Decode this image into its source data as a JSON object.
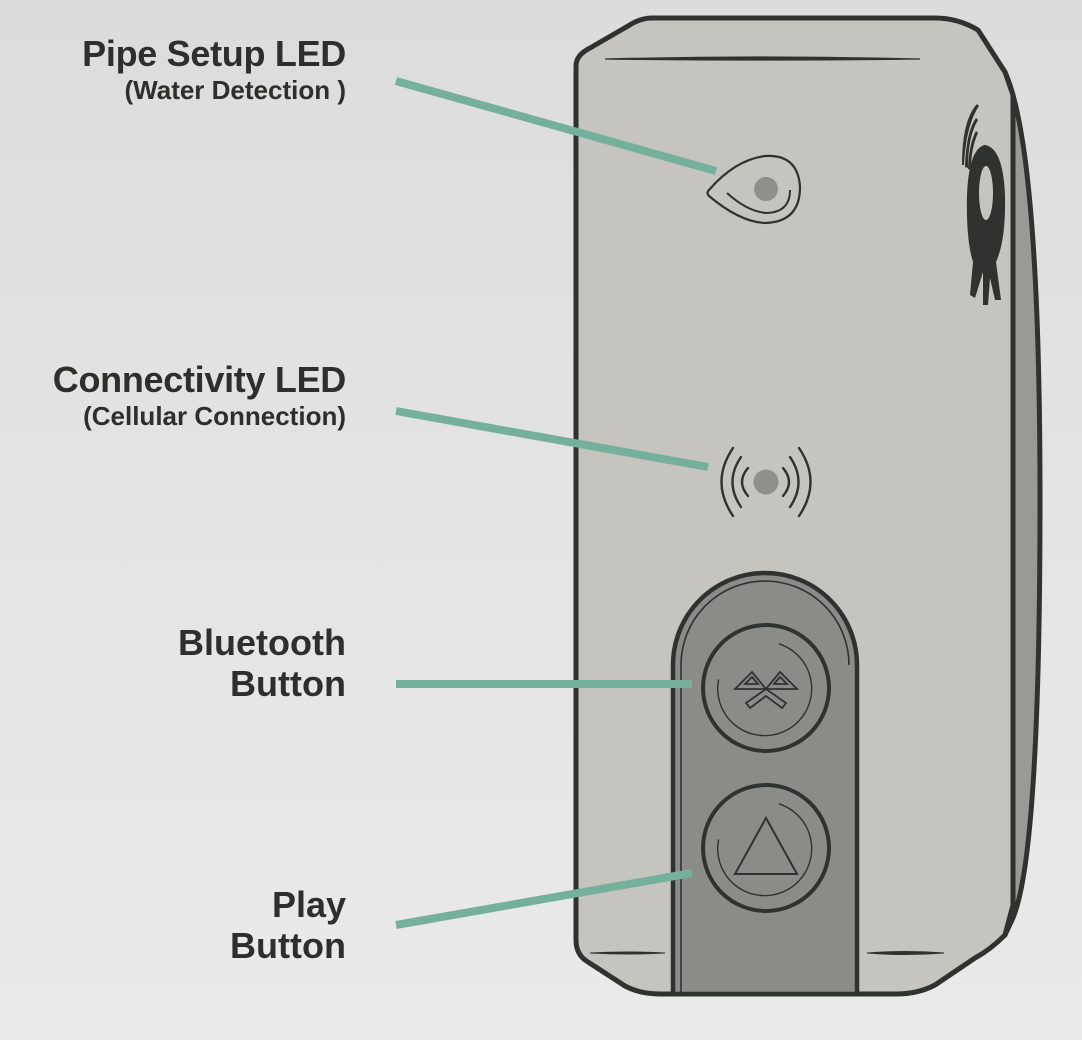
{
  "diagram": {
    "subject": "Leak detection device front view",
    "colors": {
      "background": "#e2e2e2",
      "device_body": "#c5c4bf",
      "device_side": "#9a9a95",
      "button_panel": "#8b8c87",
      "outline": "#2f322f",
      "led": "#8f908b",
      "leader_line": "#74b09b",
      "label_text": "#2e2e2c"
    },
    "callouts": [
      {
        "id": "pipe-setup-led",
        "title": "Pipe Setup LED",
        "subtitle": "(Water Detection )",
        "icon": "water-drop-icon"
      },
      {
        "id": "connectivity-led",
        "title": "Connectivity LED",
        "subtitle": "(Cellular Connection)",
        "icon": "signal-waves-icon"
      },
      {
        "id": "bluetooth-button",
        "lines": [
          "Bluetooth",
          "Button"
        ],
        "icon": "bluetooth-icon"
      },
      {
        "id": "play-button",
        "lines": [
          "Play",
          "Button"
        ],
        "icon": "triangle-play-icon"
      }
    ],
    "logo": "rocket-logo-icon"
  }
}
